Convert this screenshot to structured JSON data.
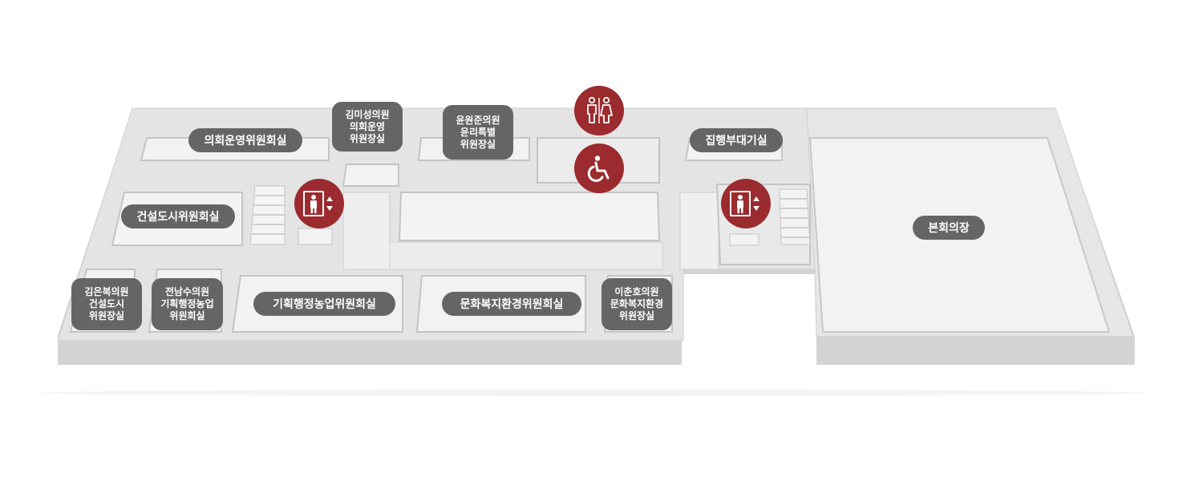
{
  "rooms": {
    "council_operation_committee": "의회운영위원회실",
    "construction_city_committee": "건설도시위원회실",
    "kim_misung_office": [
      "김미성의원",
      "의회운영",
      "위원장실"
    ],
    "yoon_wonjun_office": [
      "윤원준의원",
      "윤리특별",
      "위원장실"
    ],
    "executive_waiting_room": "집행부대기실",
    "main_assembly_hall": "본회의장",
    "kim_eunbok_office": [
      "김은복의원",
      "건설도시",
      "위원장실"
    ],
    "jeon_namsu_office": [
      "전남수의원",
      "기획행정농업",
      "위원회실"
    ],
    "planning_admin_agri_committee": "기획행정농업위원회실",
    "culture_welfare_env_committee": "문화복지환경위원회실",
    "lee_chunho_office": [
      "이춘호의원",
      "문화복지환경",
      "위원장실"
    ]
  },
  "facilities": {
    "elevator_west": "elevator-icon",
    "elevator_east": "elevator-icon",
    "restroom": "restroom-icon",
    "accessible": "wheelchair-icon"
  },
  "colors": {
    "poi_fill": "#9b2b2e",
    "label_fill": "#656565",
    "floor_fill": "#e6e6e6",
    "room_fill": "#f0f0f0",
    "wall": "#c9c9c9"
  }
}
